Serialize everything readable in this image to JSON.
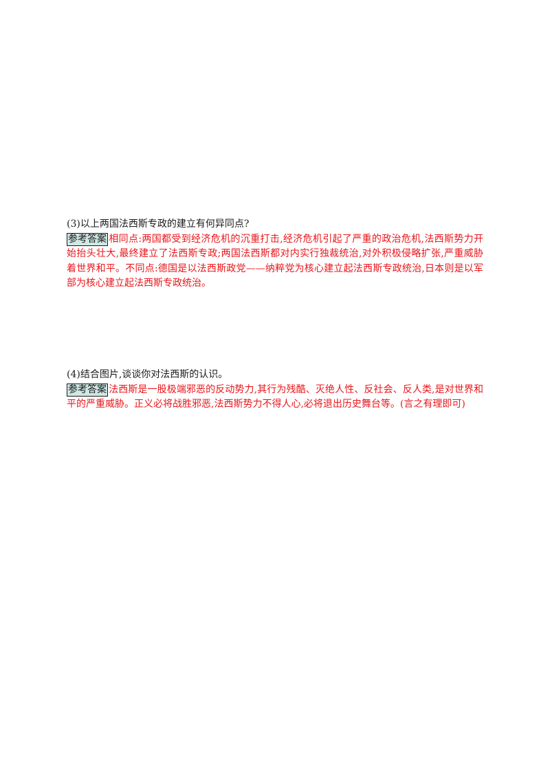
{
  "answer_badge": "参考答案",
  "questions": [
    {
      "question": "(3)以上两国法西斯专政的建立有何异同点?",
      "answer": "相同点:两国都受到经济危机的沉重打击,经济危机引起了严重的政治危机,法西斯势力开始抬头壮大,最终建立了法西斯专政;两国法西斯都对内实行独裁统治,对外积极侵略扩张,严重威胁着世界和平。不同点:德国是以法西斯政党——纳粹党为核心建立起法西斯专政统治,日本则是以军部为核心建立起法西斯专政统治。"
    },
    {
      "question": "(4)结合图片,谈谈你对法西斯的认识。",
      "answer": "法西斯是一股极端邪恶的反动势力,其行为残酷、灭绝人性、反社会、反人类,是对世界和平的严重威胁。正义必将战胜邪恶,法西斯势力不得人心,必将退出历史舞台等。(言之有理即可)"
    }
  ]
}
